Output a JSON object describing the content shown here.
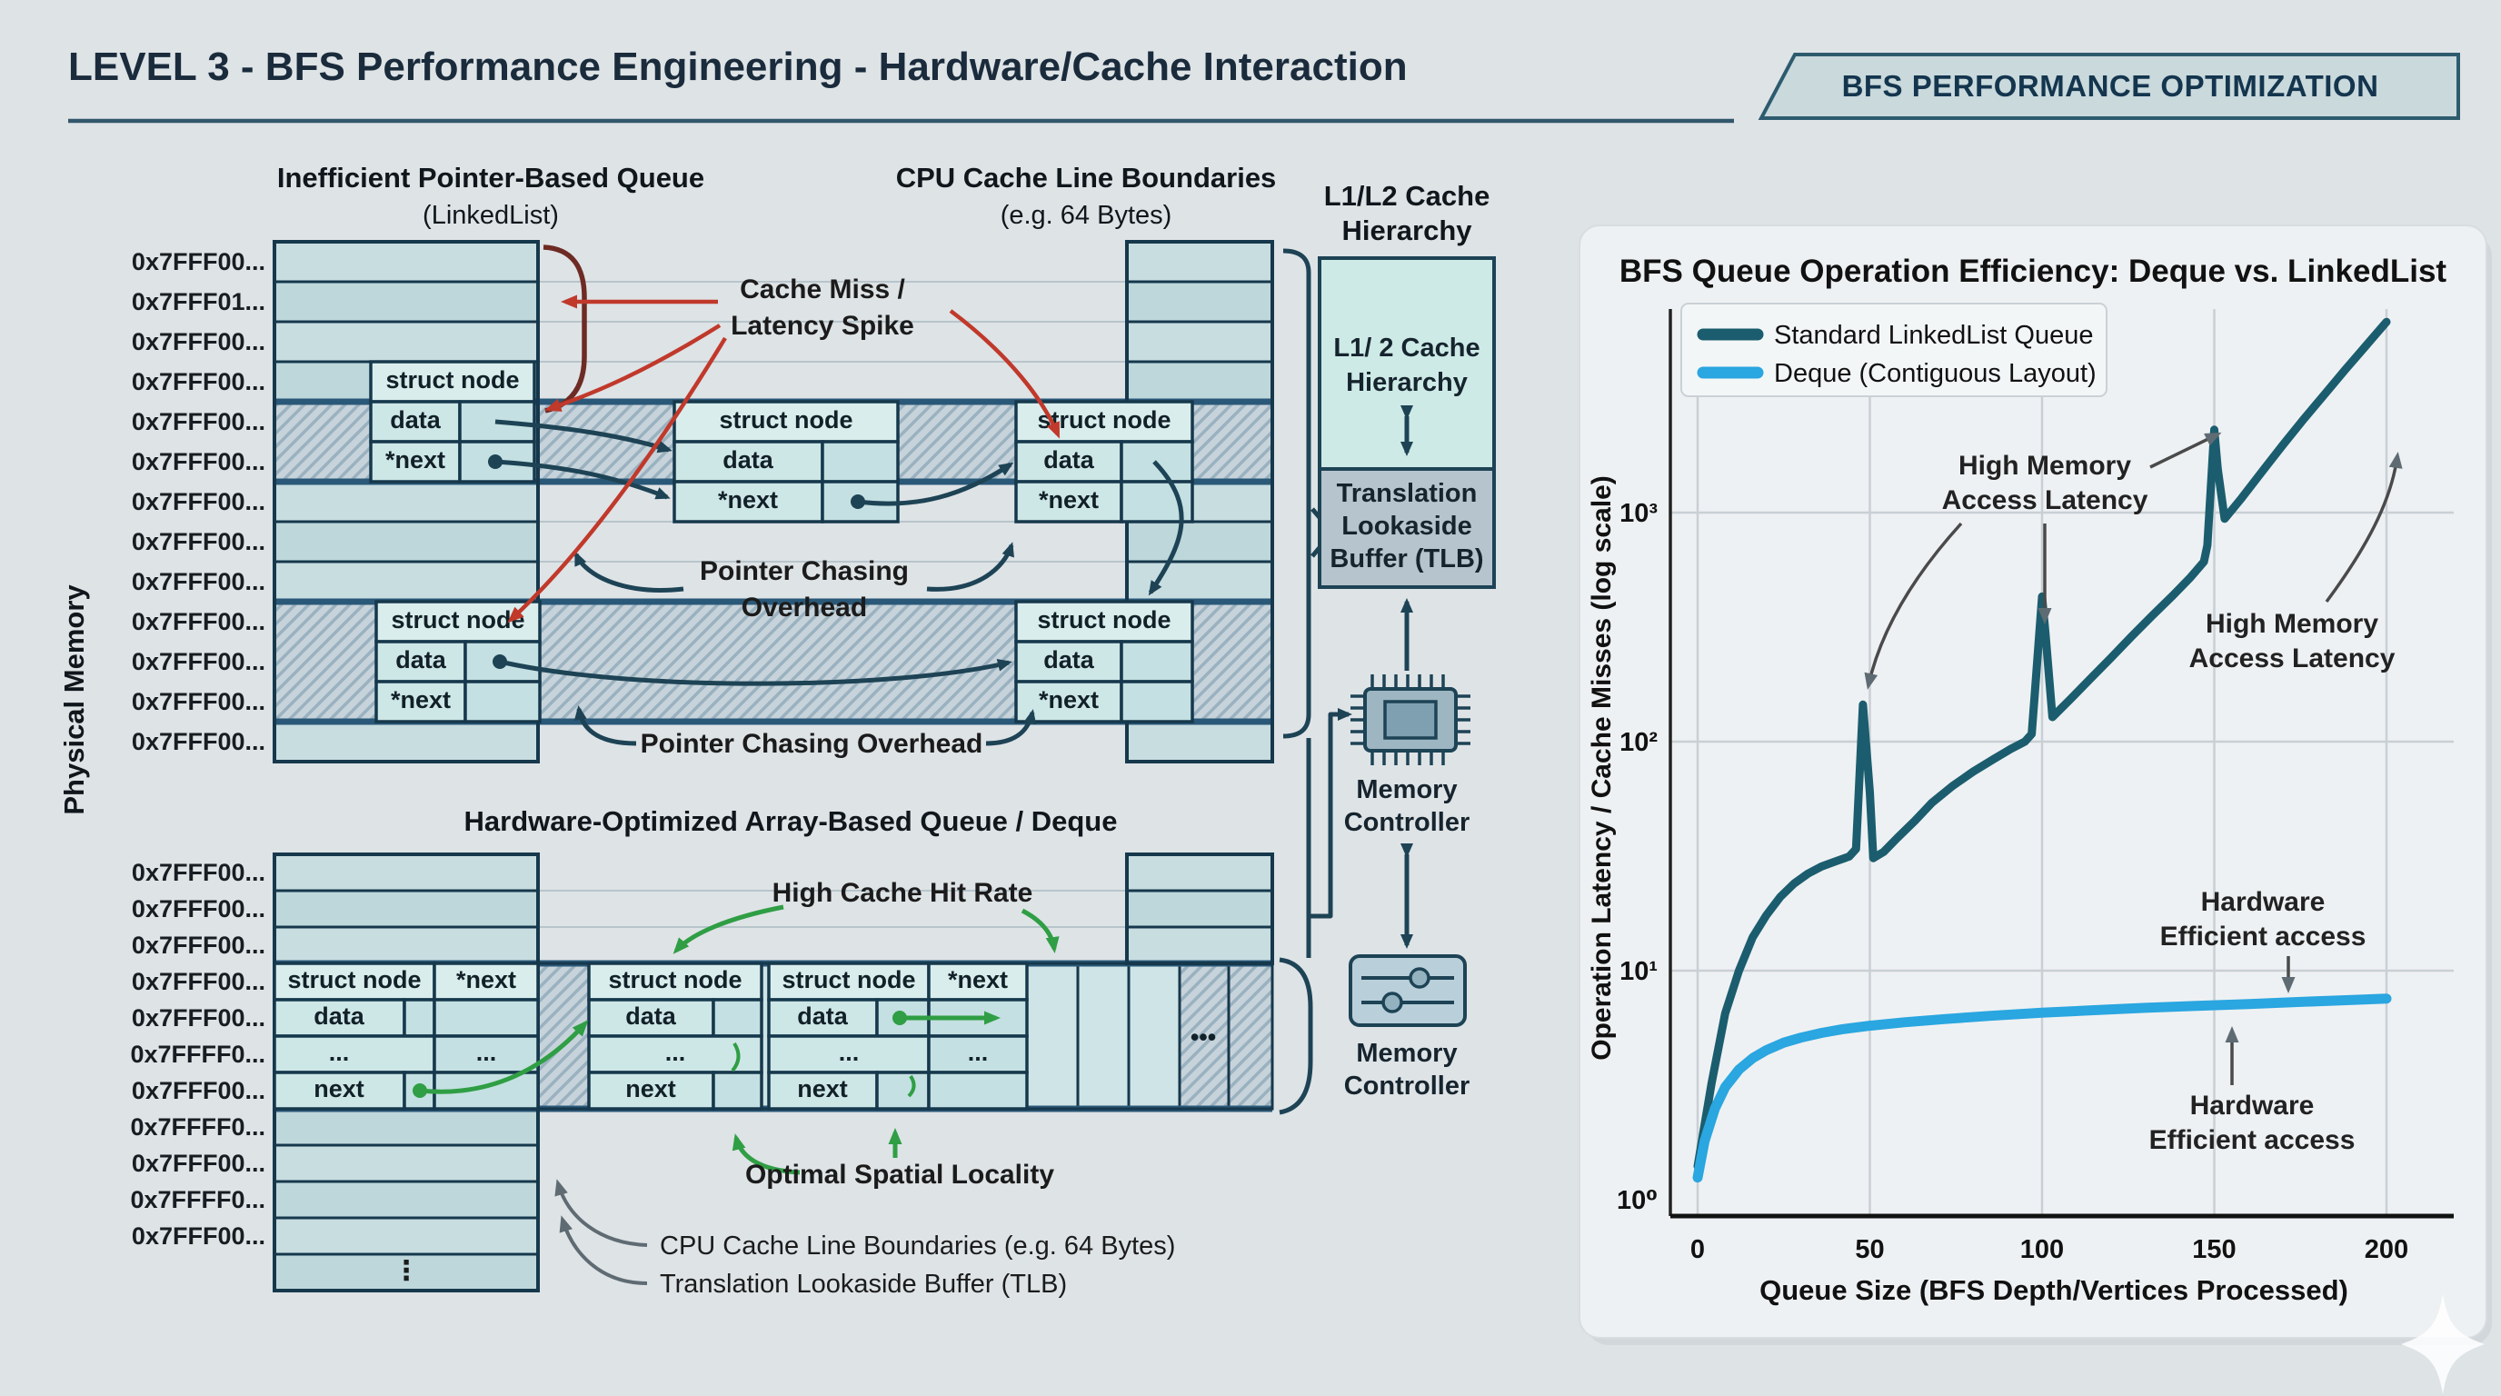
{
  "header": {
    "title": "LEVEL 3 - BFS Performance Engineering - Hardware/Cache Interaction",
    "badge": "BFS PERFORMANCE OPTIMIZATION"
  },
  "diagram": {
    "physical_memory": "Physical Memory",
    "upper_title": "Inefficient Pointer-Based Queue",
    "upper_subtitle": "(LinkedList)",
    "cacheline_title": "CPU Cache Line Boundaries",
    "cacheline_subtitle": "(e.g. 64 Bytes)",
    "cache_miss_1": "Cache Miss /",
    "cache_miss_2": "Latency Spike",
    "pointer_chasing_1": "Pointer Chasing",
    "pointer_chasing_2": "Overhead",
    "pointer_chasing_single": "Pointer Chasing Overhead",
    "lower_title": "Hardware-Optimized Array-Based Queue / Deque",
    "high_cache_hit": "High Cache Hit Rate",
    "optimal_spatial": "Optimal Spatial Locality",
    "cpu_cacheline_note": "CPU Cache Line Boundaries (e.g. 64 Bytes)",
    "tlb_note": "Translation Lookaside Buffer (TLB)",
    "struct_node": "struct node",
    "data": "data",
    "next_ptr": "*next",
    "next": "next",
    "dots": "...",
    "hdots": "•••",
    "vdots": "⋮",
    "upper_addresses": [
      "0x7FFF00...",
      "0x7FFF01...",
      "0x7FFF00...",
      "0x7FFF00...",
      "0x7FFF00...",
      "0x7FFF00...",
      "0x7FFF00...",
      "0x7FFF00...",
      "0x7FFF00...",
      "0x7FFF00...",
      "0x7FFF00...",
      "0x7FFF00...",
      "0x7FFF00..."
    ],
    "lower_addresses": [
      "0x7FFF00...",
      "0x7FFF00...",
      "0x7FFF00...",
      "0x7FFF00...",
      "0x7FFF00...",
      "0x7FFFF0...",
      "0x7FFF00...",
      "0x7FFFF0...",
      "0x7FFF00...",
      "0x7FFFF0...",
      "0x7FFF00..."
    ],
    "hierarchy": {
      "title_1": "L1/L2 Cache",
      "title_2": "Hierarchy",
      "cache_box_1": "L1/ 2 Cache",
      "cache_box_2": "Hierarchy",
      "tlb_1": "Translation",
      "tlb_2": "Lookaside",
      "tlb_3": "Buffer (TLB)",
      "memctrl_1": "Memory",
      "memctrl_2": "Controller"
    }
  },
  "chart_data": {
    "type": "line",
    "title": "BFS Queue Operation Efficiency: Deque vs. LinkedList",
    "xlabel": "Queue Size (BFS Depth/Vertices Processed)",
    "ylabel": "Operation Latency / Cache Misses (log scale)",
    "y_scale": "log",
    "xlim": [
      0,
      210
    ],
    "ylim": [
      1,
      12000
    ],
    "grid": true,
    "legend_position": "upper left",
    "x_ticks": [
      0,
      50,
      100,
      150,
      200
    ],
    "y_ticks": [
      {
        "label": "10⁰",
        "value": 1
      },
      {
        "label": "10¹",
        "value": 10
      },
      {
        "label": "10²",
        "value": 100
      },
      {
        "label": "10³",
        "value": 1000
      }
    ],
    "series": [
      {
        "name": "Standard LinkedList Queue",
        "color": "#1b5d6e",
        "points": [
          [
            0,
            1.4
          ],
          [
            4,
            3.2
          ],
          [
            8,
            6.5
          ],
          [
            12,
            10
          ],
          [
            16,
            14
          ],
          [
            20,
            17.5
          ],
          [
            24,
            21
          ],
          [
            28,
            24
          ],
          [
            32,
            26.5
          ],
          [
            36,
            28.5
          ],
          [
            40,
            30
          ],
          [
            44,
            31.5
          ],
          [
            46,
            34
          ],
          [
            48,
            145
          ],
          [
            50,
            60
          ],
          [
            51,
            31
          ],
          [
            54,
            33
          ],
          [
            58,
            38
          ],
          [
            63,
            45
          ],
          [
            68,
            54
          ],
          [
            74,
            64
          ],
          [
            80,
            74
          ],
          [
            86,
            84
          ],
          [
            91,
            93
          ],
          [
            95,
            100
          ],
          [
            97,
            108
          ],
          [
            98,
            170
          ],
          [
            100,
            430
          ],
          [
            101,
            295
          ],
          [
            103,
            128
          ],
          [
            108,
            152
          ],
          [
            114,
            188
          ],
          [
            120,
            232
          ],
          [
            126,
            288
          ],
          [
            132,
            355
          ],
          [
            138,
            435
          ],
          [
            143,
            520
          ],
          [
            147,
            610
          ],
          [
            148,
            720
          ],
          [
            150,
            2300
          ],
          [
            151,
            1550
          ],
          [
            153,
            940
          ],
          [
            158,
            1160
          ],
          [
            164,
            1520
          ],
          [
            170,
            1980
          ],
          [
            176,
            2560
          ],
          [
            182,
            3280
          ],
          [
            188,
            4200
          ],
          [
            194,
            5350
          ],
          [
            200,
            6800
          ]
        ]
      },
      {
        "name": "Deque (Contiguous Layout)",
        "color": "#2aa6e0",
        "points": [
          [
            0,
            1.25
          ],
          [
            2,
            1.8
          ],
          [
            5,
            2.5
          ],
          [
            8,
            3.1
          ],
          [
            12,
            3.7
          ],
          [
            16,
            4.15
          ],
          [
            20,
            4.5
          ],
          [
            25,
            4.85
          ],
          [
            30,
            5.1
          ],
          [
            36,
            5.35
          ],
          [
            42,
            5.55
          ],
          [
            50,
            5.75
          ],
          [
            60,
            5.95
          ],
          [
            72,
            6.15
          ],
          [
            85,
            6.35
          ],
          [
            100,
            6.55
          ],
          [
            115,
            6.72
          ],
          [
            130,
            6.88
          ],
          [
            145,
            7.02
          ],
          [
            160,
            7.15
          ],
          [
            175,
            7.3
          ],
          [
            190,
            7.45
          ],
          [
            200,
            7.55
          ]
        ]
      }
    ],
    "annotations": {
      "high_memory": [
        "High Memory",
        "Access Latency"
      ],
      "hardware": [
        "Hardware",
        "Efficient access"
      ]
    }
  },
  "colors": {
    "linkedlist": "#1b5d6e",
    "deque": "#2aa6e0",
    "red_arrow": "#c0392b",
    "green_arrow": "#2f9e44",
    "navy": "#1d4355",
    "cache_band": "#2a5878"
  }
}
